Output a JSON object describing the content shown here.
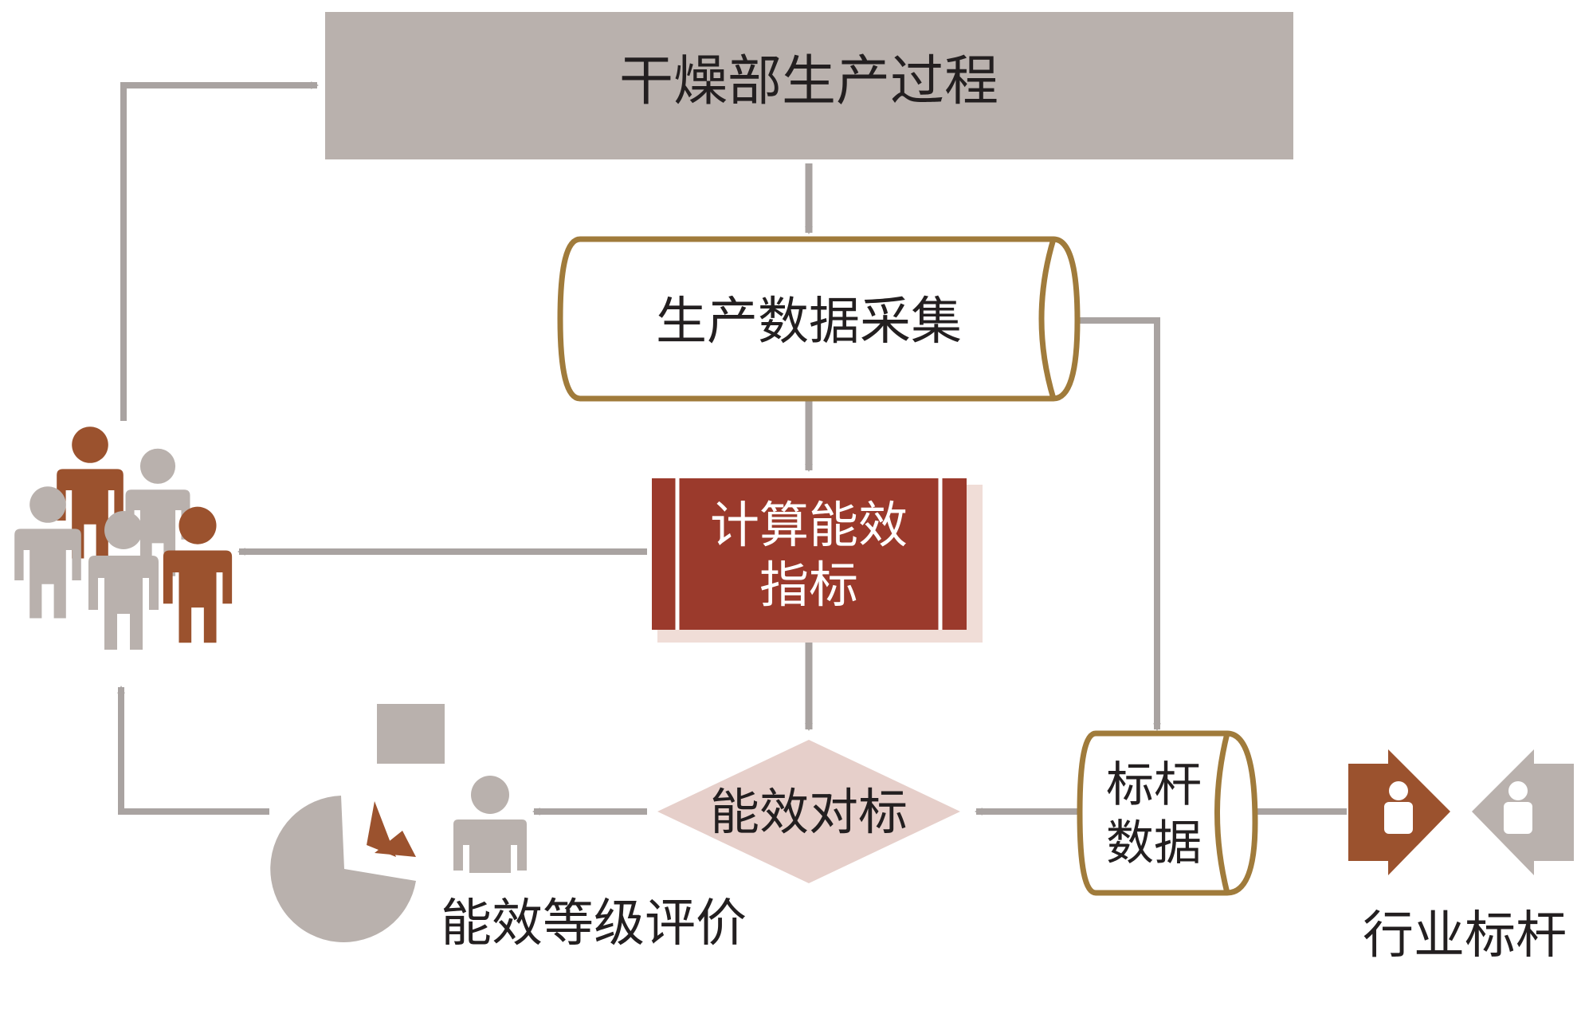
{
  "nodes": {
    "process": {
      "label": "干燥部生产过程"
    },
    "collect": {
      "label": "生产数据采集"
    },
    "calc": {
      "line1": "计算能效",
      "line2": "指标"
    },
    "compare": {
      "label": "能效对标"
    },
    "bench": {
      "line1": "标杆",
      "line2": "数据"
    },
    "industry": {
      "label": "行业标杆"
    },
    "rating": {
      "label": "能效等级评价"
    }
  },
  "colors": {
    "gray_fill": "#b9b1ad",
    "arrow_gray": "#a9a3a1",
    "cylinder_outline": "#a07b3b",
    "calc_fill": "#9b3a2c",
    "calc_shadow": "#f0ddd7",
    "diamond_fill": "#e6cfca",
    "person_brown": "#9b522e",
    "person_gray": "#b9b1ad"
  },
  "icons": {
    "people_group": "people-group-icon",
    "pie_chart": "pie-chart-icon",
    "person": "person-icon",
    "arrow_badge": "arrow-badge-icon"
  }
}
